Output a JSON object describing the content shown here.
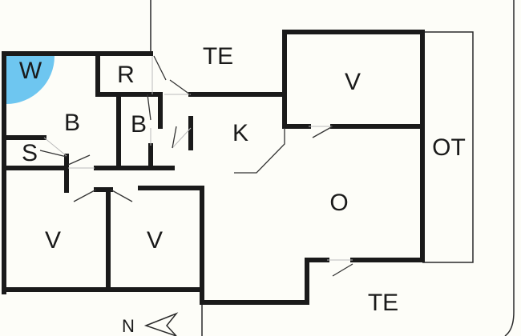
{
  "title": "Floor plan",
  "rooms": {
    "w": "W",
    "r": "R",
    "b1": "B",
    "b2": "B",
    "s": "S",
    "te_top": "TE",
    "v_top": "V",
    "k": "K",
    "ot": "OT",
    "o": "O",
    "v_left": "V",
    "v_mid": "V",
    "te_bottom": "TE"
  },
  "compass": {
    "label": "N"
  },
  "colors": {
    "wall": "#1a1a1a",
    "wc_highlight": "#6ec6f0",
    "background": "#fdfdf8"
  }
}
